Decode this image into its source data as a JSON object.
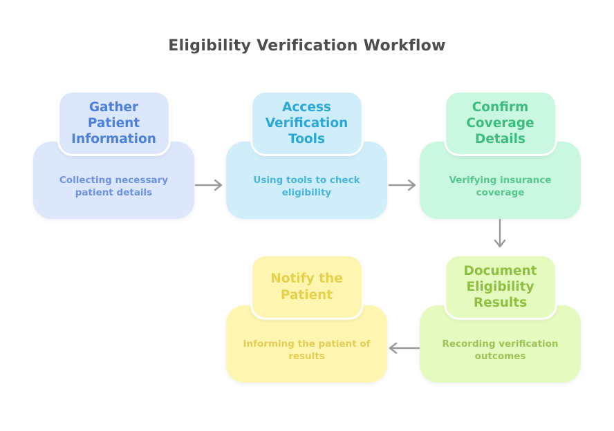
{
  "title": "Eligibility Verification Workflow",
  "colors": {
    "background": "#ffffff",
    "heading": "#4d4d4d",
    "arrow": "#999999"
  },
  "nodes": [
    {
      "id": "gather-patient-information",
      "label": "Gather Patient Information",
      "description": "Collecting necessary patient details",
      "fill": "#dce7fb",
      "title_color": "#4b80de",
      "text_color": "#6c92e6"
    },
    {
      "id": "access-verification-tools",
      "label": "Access Verification Tools",
      "description": "Using tools to check eligibility",
      "fill": "#d0eefa",
      "title_color": "#2aa7d7",
      "text_color": "#49b5dd"
    },
    {
      "id": "confirm-coverage-details",
      "label": "Confirm Coverage Details",
      "description": "Verifying insurance coverage",
      "fill": "#c9f7e0",
      "title_color": "#3cbc7e",
      "text_color": "#56c78e"
    },
    {
      "id": "document-eligibility-results",
      "label": "Document Eligibility Results",
      "description": "Recording verification outcomes",
      "fill": "#e5fabf",
      "title_color": "#8fbf40",
      "text_color": "#9cc355"
    },
    {
      "id": "notify-the-patient",
      "label": "Notify the Patient",
      "description": "Informing the patient of results",
      "fill": "#fdf5b0",
      "title_color": "#e7d04a",
      "text_color": "#e4cd55"
    }
  ],
  "connections": [
    {
      "from": "Gather Patient Information",
      "to": "Access Verification Tools",
      "direction": "right"
    },
    {
      "from": "Access Verification Tools",
      "to": "Confirm Coverage Details",
      "direction": "right"
    },
    {
      "from": "Confirm Coverage Details",
      "to": "Document Eligibility Results",
      "direction": "down"
    },
    {
      "from": "Document Eligibility Results",
      "to": "Notify the Patient",
      "direction": "left"
    }
  ]
}
